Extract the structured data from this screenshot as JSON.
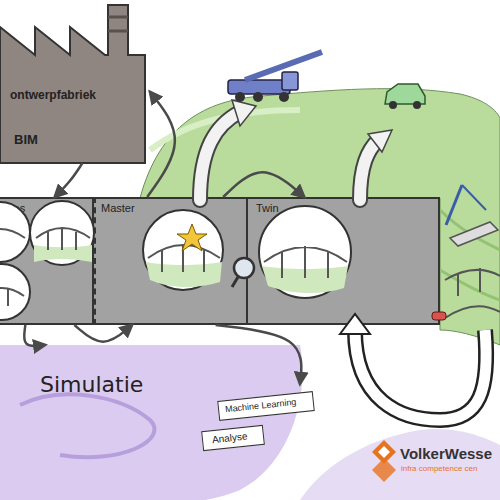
{
  "diagram": {
    "nodes": [
      {
        "text": [
          "ontwerpfabriek",
          "BIM"
        ]
      },
      {
        "text": [
          "ypes"
        ]
      },
      {
        "text": [
          "Master"
        ]
      },
      {
        "text": [
          "Twin"
        ]
      },
      {
        "text": [
          "Simulatie"
        ]
      },
      {
        "text": [
          "Machine Learning"
        ]
      },
      {
        "text": [
          "Analyse"
        ]
      }
    ],
    "edges": [
      {
        "from": 0,
        "to": 1,
        "arrow": "to"
      },
      {
        "from": 1,
        "to": 2,
        "arrow": "to"
      },
      {
        "from": 2,
        "to": 0,
        "arrow": "to"
      },
      {
        "from": 1,
        "to": 4,
        "arrow": "to"
      },
      {
        "from": 2,
        "to": 4,
        "arrow": "to"
      },
      {
        "from": 2,
        "to": 3,
        "arrow": "to"
      }
    ],
    "labels": [
      "VolkerWesse",
      "infra competence cen"
    ]
  }
}
